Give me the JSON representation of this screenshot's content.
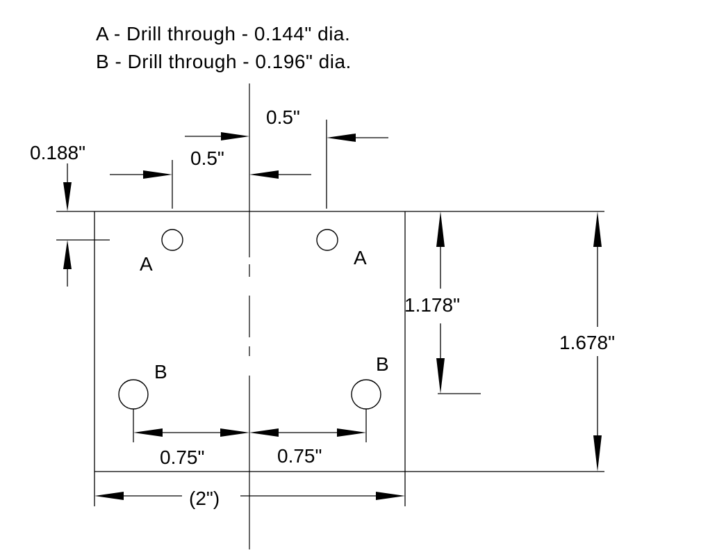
{
  "notes": [
    "A - Drill through - 0.144\" dia.",
    "B - Drill through - 0.196\" dia."
  ],
  "hole_labels": {
    "a_left": "A",
    "a_right": "A",
    "b_left": "B",
    "b_right": "B"
  },
  "dimensions": {
    "top_offset": "0.188\"",
    "a_left_to_center": "0.5\"",
    "a_right_to_center": "0.5\"",
    "a_to_b_vertical": "1.178\"",
    "overall_height": "1.678\"",
    "b_left_to_center": "0.75\"",
    "b_right_to_center": "0.75\"",
    "overall_width": "(2\")"
  }
}
